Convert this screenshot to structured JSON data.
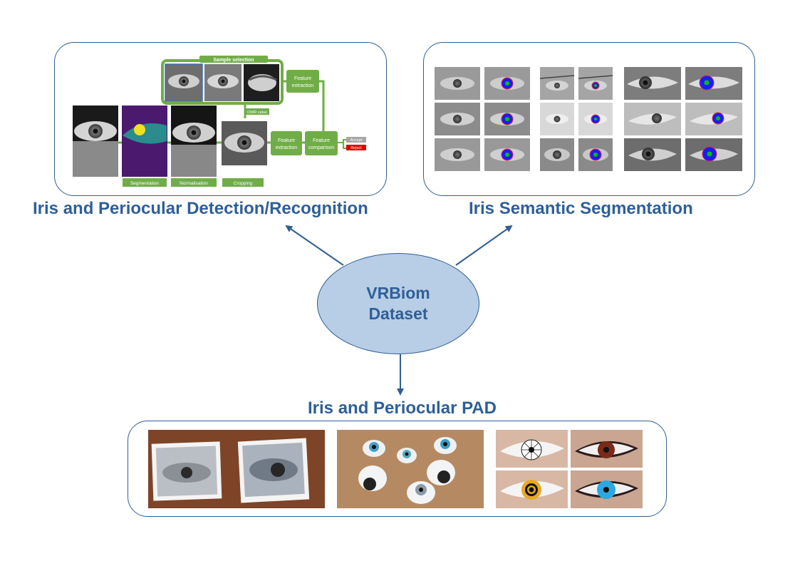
{
  "headings": {
    "recognition": "Iris and Periocular Detection/Recognition",
    "segmentation": "Iris Semantic Segmentation",
    "pad": "Iris and Periocular PAD"
  },
  "center": {
    "line1": "VRBiom",
    "line2": "Dataset"
  },
  "pipeline": {
    "sample_selection": "Sample selection",
    "owr_value": "OWR value",
    "feature_extraction_top_1": "Feature",
    "feature_extraction_top_2": "extraction",
    "feature_extraction_1": "Feature",
    "feature_extraction_2": "extraction",
    "feature_comparison_1": "Feature",
    "feature_comparison_2": "comparison",
    "accept": "Accept",
    "reject": "Reject",
    "segmentation": "Segmentation",
    "normalisation": "Normalisation",
    "cropping": "Cropping"
  },
  "colors": {
    "heading": "#2f5f96",
    "panel_border": "#2f5f93",
    "ellipse_fill": "#b8cde6",
    "pipeline_green": "#70ad47",
    "reject_red": "#e00000",
    "accept_gray": "#a6a6a6",
    "iris_blue": "#1a1aff",
    "pupil_green": "#00c000",
    "seg_purple": "#4b1a6e",
    "seg_teal": "#2a8c8c",
    "seg_yellow": "#f0e020"
  }
}
